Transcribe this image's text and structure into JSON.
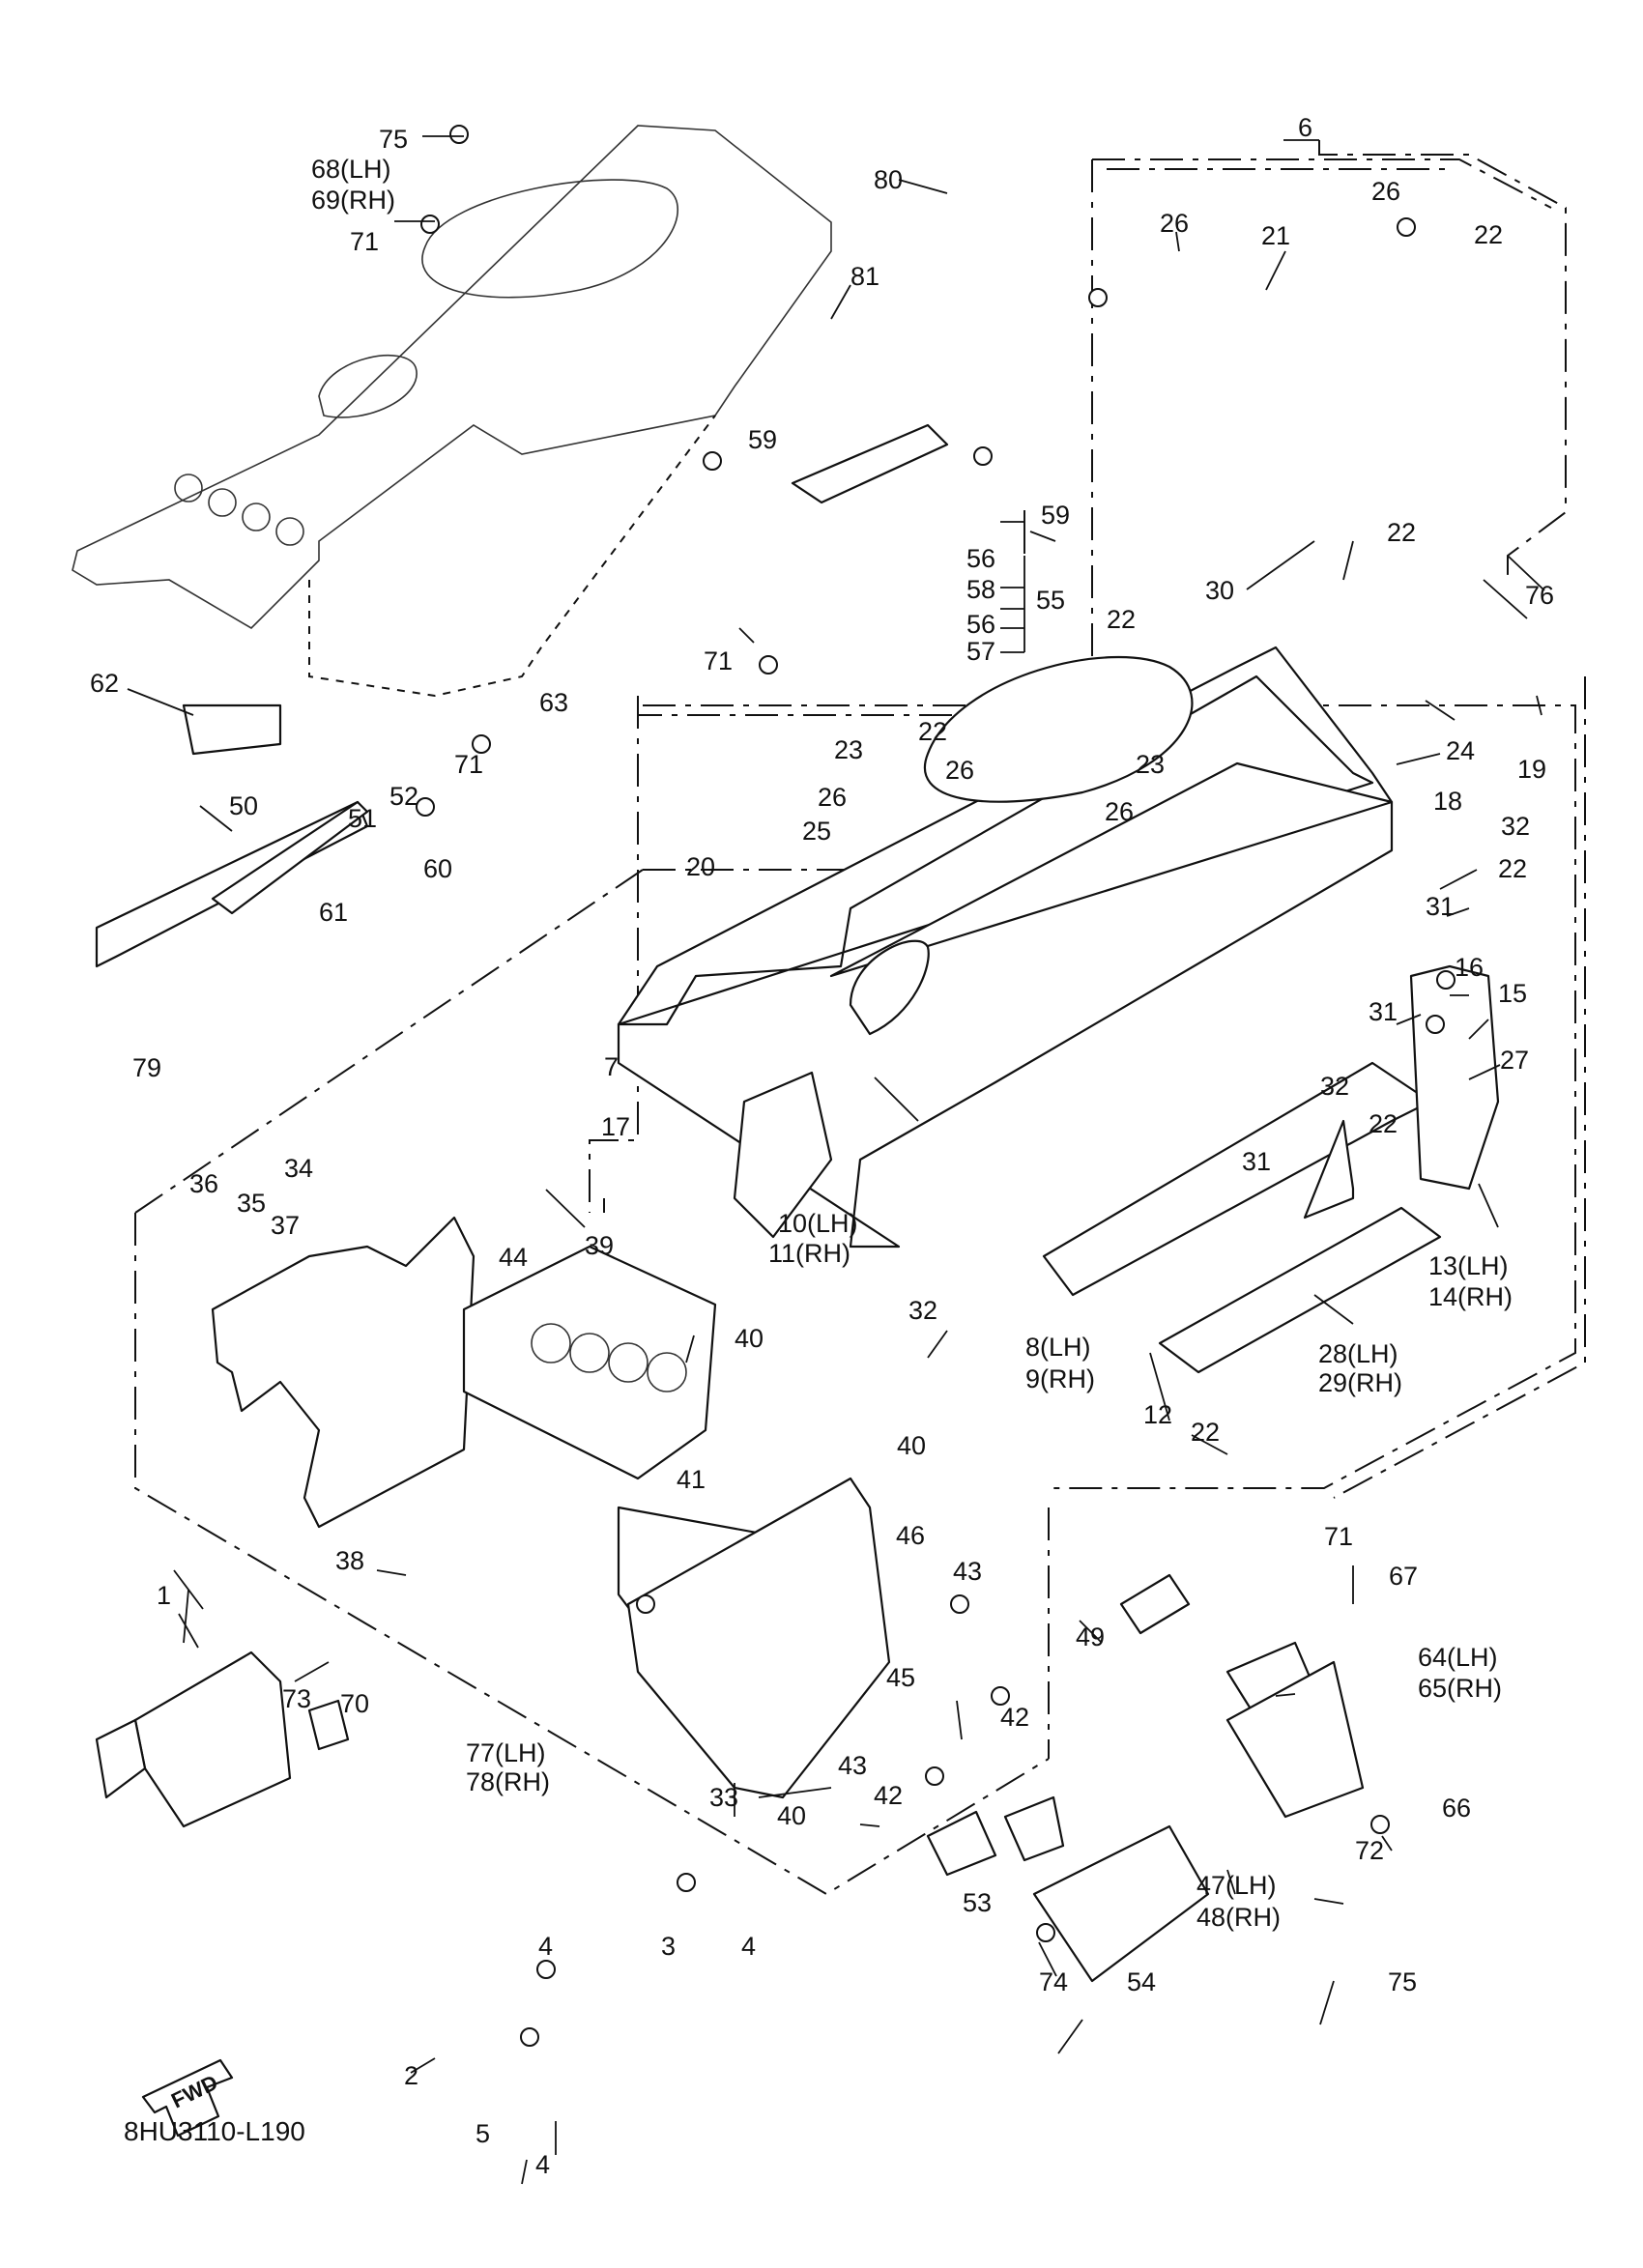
{
  "diagram_code": "8HU3110-L190",
  "fwd_label": "FWD",
  "callouts": [
    {
      "id": "c75a",
      "text": "75"
    },
    {
      "id": "c68",
      "text": "68(LH)"
    },
    {
      "id": "c69",
      "text": "69(RH)"
    },
    {
      "id": "c71a",
      "text": "71"
    },
    {
      "id": "c80",
      "text": "80"
    },
    {
      "id": "c6",
      "text": "6"
    },
    {
      "id": "c26a",
      "text": "26"
    },
    {
      "id": "c26b",
      "text": "26"
    },
    {
      "id": "c21",
      "text": "21"
    },
    {
      "id": "c22a",
      "text": "22"
    },
    {
      "id": "c81",
      "text": "81"
    },
    {
      "id": "c59a",
      "text": "59"
    },
    {
      "id": "c59b",
      "text": "59"
    },
    {
      "id": "c22b",
      "text": "22"
    },
    {
      "id": "c30",
      "text": "30"
    },
    {
      "id": "c56a",
      "text": "56"
    },
    {
      "id": "c58",
      "text": "58"
    },
    {
      "id": "c55",
      "text": "55"
    },
    {
      "id": "c56b",
      "text": "56"
    },
    {
      "id": "c57",
      "text": "57"
    },
    {
      "id": "c71b",
      "text": "71"
    },
    {
      "id": "c22c",
      "text": "22"
    },
    {
      "id": "c76",
      "text": "76"
    },
    {
      "id": "c62",
      "text": "62"
    },
    {
      "id": "c63",
      "text": "63"
    },
    {
      "id": "c22d",
      "text": "22"
    },
    {
      "id": "c24",
      "text": "24"
    },
    {
      "id": "c19",
      "text": "19"
    },
    {
      "id": "c71c",
      "text": "71"
    },
    {
      "id": "c23a",
      "text": "23"
    },
    {
      "id": "c23b",
      "text": "23"
    },
    {
      "id": "c26c",
      "text": "26"
    },
    {
      "id": "c18",
      "text": "18"
    },
    {
      "id": "c52",
      "text": "52"
    },
    {
      "id": "c26d",
      "text": "26"
    },
    {
      "id": "c26e",
      "text": "26"
    },
    {
      "id": "c51",
      "text": "51"
    },
    {
      "id": "c50",
      "text": "50"
    },
    {
      "id": "c32a",
      "text": "32"
    },
    {
      "id": "c22e",
      "text": "22"
    },
    {
      "id": "c25",
      "text": "25"
    },
    {
      "id": "c60",
      "text": "60"
    },
    {
      "id": "c20",
      "text": "20"
    },
    {
      "id": "c31a",
      "text": "31"
    },
    {
      "id": "c61",
      "text": "61"
    },
    {
      "id": "c16",
      "text": "16"
    },
    {
      "id": "c15",
      "text": "15"
    },
    {
      "id": "c31b",
      "text": "31"
    },
    {
      "id": "c79",
      "text": "79"
    },
    {
      "id": "c7",
      "text": "7"
    },
    {
      "id": "c27",
      "text": "27"
    },
    {
      "id": "c32b",
      "text": "32"
    },
    {
      "id": "c22f",
      "text": "22"
    },
    {
      "id": "c17",
      "text": "17"
    },
    {
      "id": "c36",
      "text": "36"
    },
    {
      "id": "c34",
      "text": "34"
    },
    {
      "id": "c35",
      "text": "35"
    },
    {
      "id": "c37",
      "text": "37"
    },
    {
      "id": "c31c",
      "text": "31"
    },
    {
      "id": "c10",
      "text": "10(LH)"
    },
    {
      "id": "c11",
      "text": "11(RH)"
    },
    {
      "id": "c44",
      "text": "44"
    },
    {
      "id": "c39",
      "text": "39"
    },
    {
      "id": "c13",
      "text": "13(LH)"
    },
    {
      "id": "c14",
      "text": "14(RH)"
    },
    {
      "id": "c40a",
      "text": "40"
    },
    {
      "id": "c32c",
      "text": "32"
    },
    {
      "id": "c8",
      "text": "8(LH)"
    },
    {
      "id": "c9",
      "text": "9(RH)"
    },
    {
      "id": "c28",
      "text": "28(LH)"
    },
    {
      "id": "c29",
      "text": "29(RH)"
    },
    {
      "id": "c12",
      "text": "12"
    },
    {
      "id": "c22g",
      "text": "22"
    },
    {
      "id": "c40b",
      "text": "40"
    },
    {
      "id": "c41",
      "text": "41"
    },
    {
      "id": "c38",
      "text": "38"
    },
    {
      "id": "c46",
      "text": "46"
    },
    {
      "id": "c43a",
      "text": "43"
    },
    {
      "id": "c71d",
      "text": "71"
    },
    {
      "id": "c67",
      "text": "67"
    },
    {
      "id": "c1",
      "text": "1"
    },
    {
      "id": "c49",
      "text": "49"
    },
    {
      "id": "c64",
      "text": "64(LH)"
    },
    {
      "id": "c65",
      "text": "65(RH)"
    },
    {
      "id": "c73",
      "text": "73"
    },
    {
      "id": "c70",
      "text": "70"
    },
    {
      "id": "c45",
      "text": "45"
    },
    {
      "id": "c42a",
      "text": "42"
    },
    {
      "id": "c77",
      "text": "77(LH)"
    },
    {
      "id": "c78",
      "text": "78(RH)"
    },
    {
      "id": "c43b",
      "text": "43"
    },
    {
      "id": "c66",
      "text": "66"
    },
    {
      "id": "c33",
      "text": "33"
    },
    {
      "id": "c40c",
      "text": "40"
    },
    {
      "id": "c42b",
      "text": "42"
    },
    {
      "id": "c72",
      "text": "72"
    },
    {
      "id": "c47",
      "text": "47(LH)"
    },
    {
      "id": "c48",
      "text": "48(RH)"
    },
    {
      "id": "c53",
      "text": "53"
    },
    {
      "id": "c4a",
      "text": "4"
    },
    {
      "id": "c3",
      "text": "3"
    },
    {
      "id": "c4b",
      "text": "4"
    },
    {
      "id": "c54",
      "text": "54"
    },
    {
      "id": "c74",
      "text": "74"
    },
    {
      "id": "c75b",
      "text": "75"
    },
    {
      "id": "c2",
      "text": "2"
    },
    {
      "id": "c5",
      "text": "5"
    },
    {
      "id": "c4c",
      "text": "4"
    }
  ]
}
